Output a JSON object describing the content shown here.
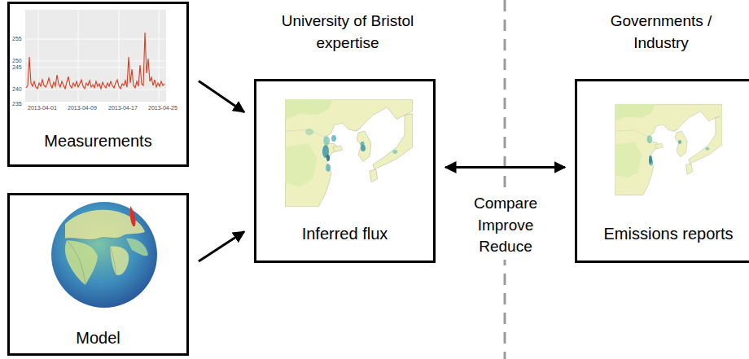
{
  "diagram": {
    "nodes": [
      {
        "text": [
          "Measurements"
        ]
      },
      {
        "text": [
          "Model"
        ]
      },
      {
        "text": [
          "University of Bristol expertise",
          "Inferred flux"
        ]
      },
      {
        "text": [
          "Governments / Industry",
          "Emissions reports"
        ]
      }
    ],
    "edges": [
      {
        "from": 0,
        "to": 2,
        "arrow": "to"
      },
      {
        "from": 1,
        "to": 2,
        "arrow": "to"
      },
      {
        "from": 2,
        "to": 3,
        "arrow": "both",
        "label": "Compare Improve Reduce"
      }
    ],
    "labels": [
      "255",
      "250",
      "245",
      "240",
      "235",
      "2013-04-01",
      "2013-04-09",
      "2013-04-17",
      "2013-04-25"
    ]
  }
}
